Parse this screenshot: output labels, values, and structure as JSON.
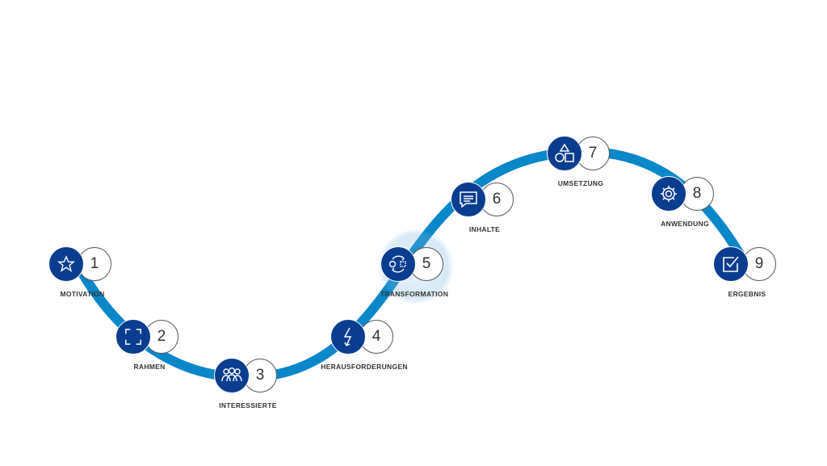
{
  "colors": {
    "path": "#0a87c8",
    "icon_bg": "#0a3d8f"
  },
  "steps": [
    {
      "number": "1",
      "label": "MOTIVATION",
      "icon": "star-icon"
    },
    {
      "number": "2",
      "label": "RAHMEN",
      "icon": "frame-corners-icon"
    },
    {
      "number": "3",
      "label": "INTERESSIERTE",
      "icon": "people-icon"
    },
    {
      "number": "4",
      "label": "HERAUSFORDERUNGEN",
      "icon": "lightning-icon"
    },
    {
      "number": "5",
      "label": "TRANSFORMATION",
      "icon": "transform-cycle-icon"
    },
    {
      "number": "6",
      "label": "INHALTE",
      "icon": "chat-bubble-icon"
    },
    {
      "number": "7",
      "label": "UMSETZUNG",
      "icon": "shapes-icon"
    },
    {
      "number": "8",
      "label": "ANWENDUNG",
      "icon": "gear-icon"
    },
    {
      "number": "9",
      "label": "ERGEBNIS",
      "icon": "checkbox-icon"
    }
  ]
}
